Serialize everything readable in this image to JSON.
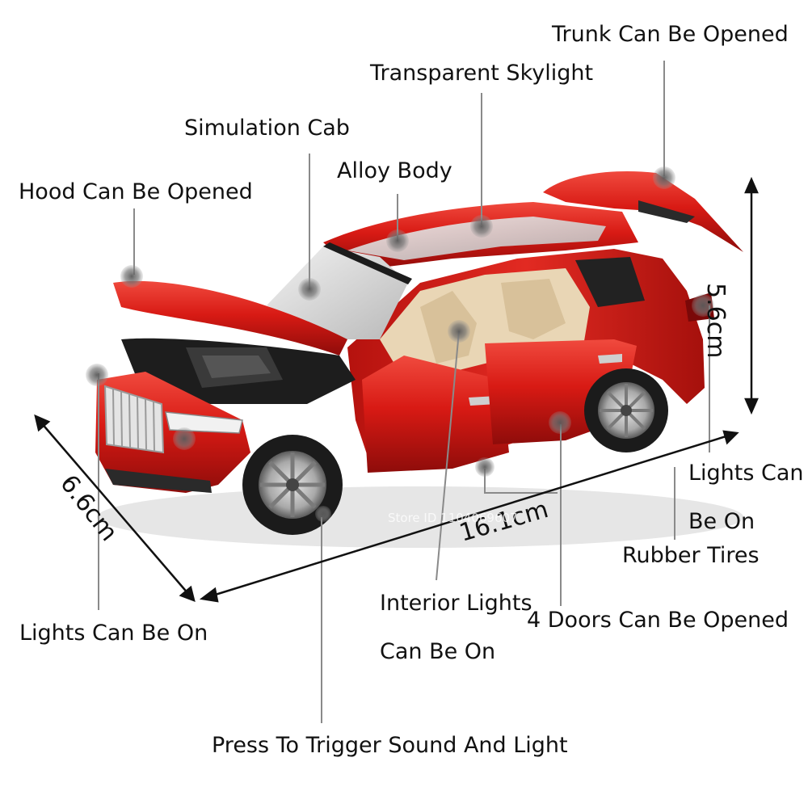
{
  "colors": {
    "body_red": "#d81a14",
    "body_dark_red": "#8e0c0a",
    "interior_beige": "#e9d6b5",
    "leader_gray": "#8a8a8a",
    "marker_gray": "#6b6b6b"
  },
  "callouts": {
    "trunk": "Trunk Can Be Opened",
    "skylight": "Transparent Skylight",
    "cab": "Simulation Cab",
    "alloy": "Alloy Body",
    "hood": "Hood Can Be Opened",
    "rear_lights_line1": "Lights Can",
    "rear_lights_line2": "Be On",
    "tires": "Rubber Tires",
    "doors": "4 Doors Can Be Opened",
    "interior_line1": "Interior Lights",
    "interior_line2": "Can Be On",
    "front_lights": "Lights Can Be On",
    "sound": "Press To Trigger Sound And Light"
  },
  "dimensions": {
    "height": "5.6cm",
    "length": "16.1cm",
    "width": "6.6cm"
  },
  "watermark": "Store ID 1104069607"
}
